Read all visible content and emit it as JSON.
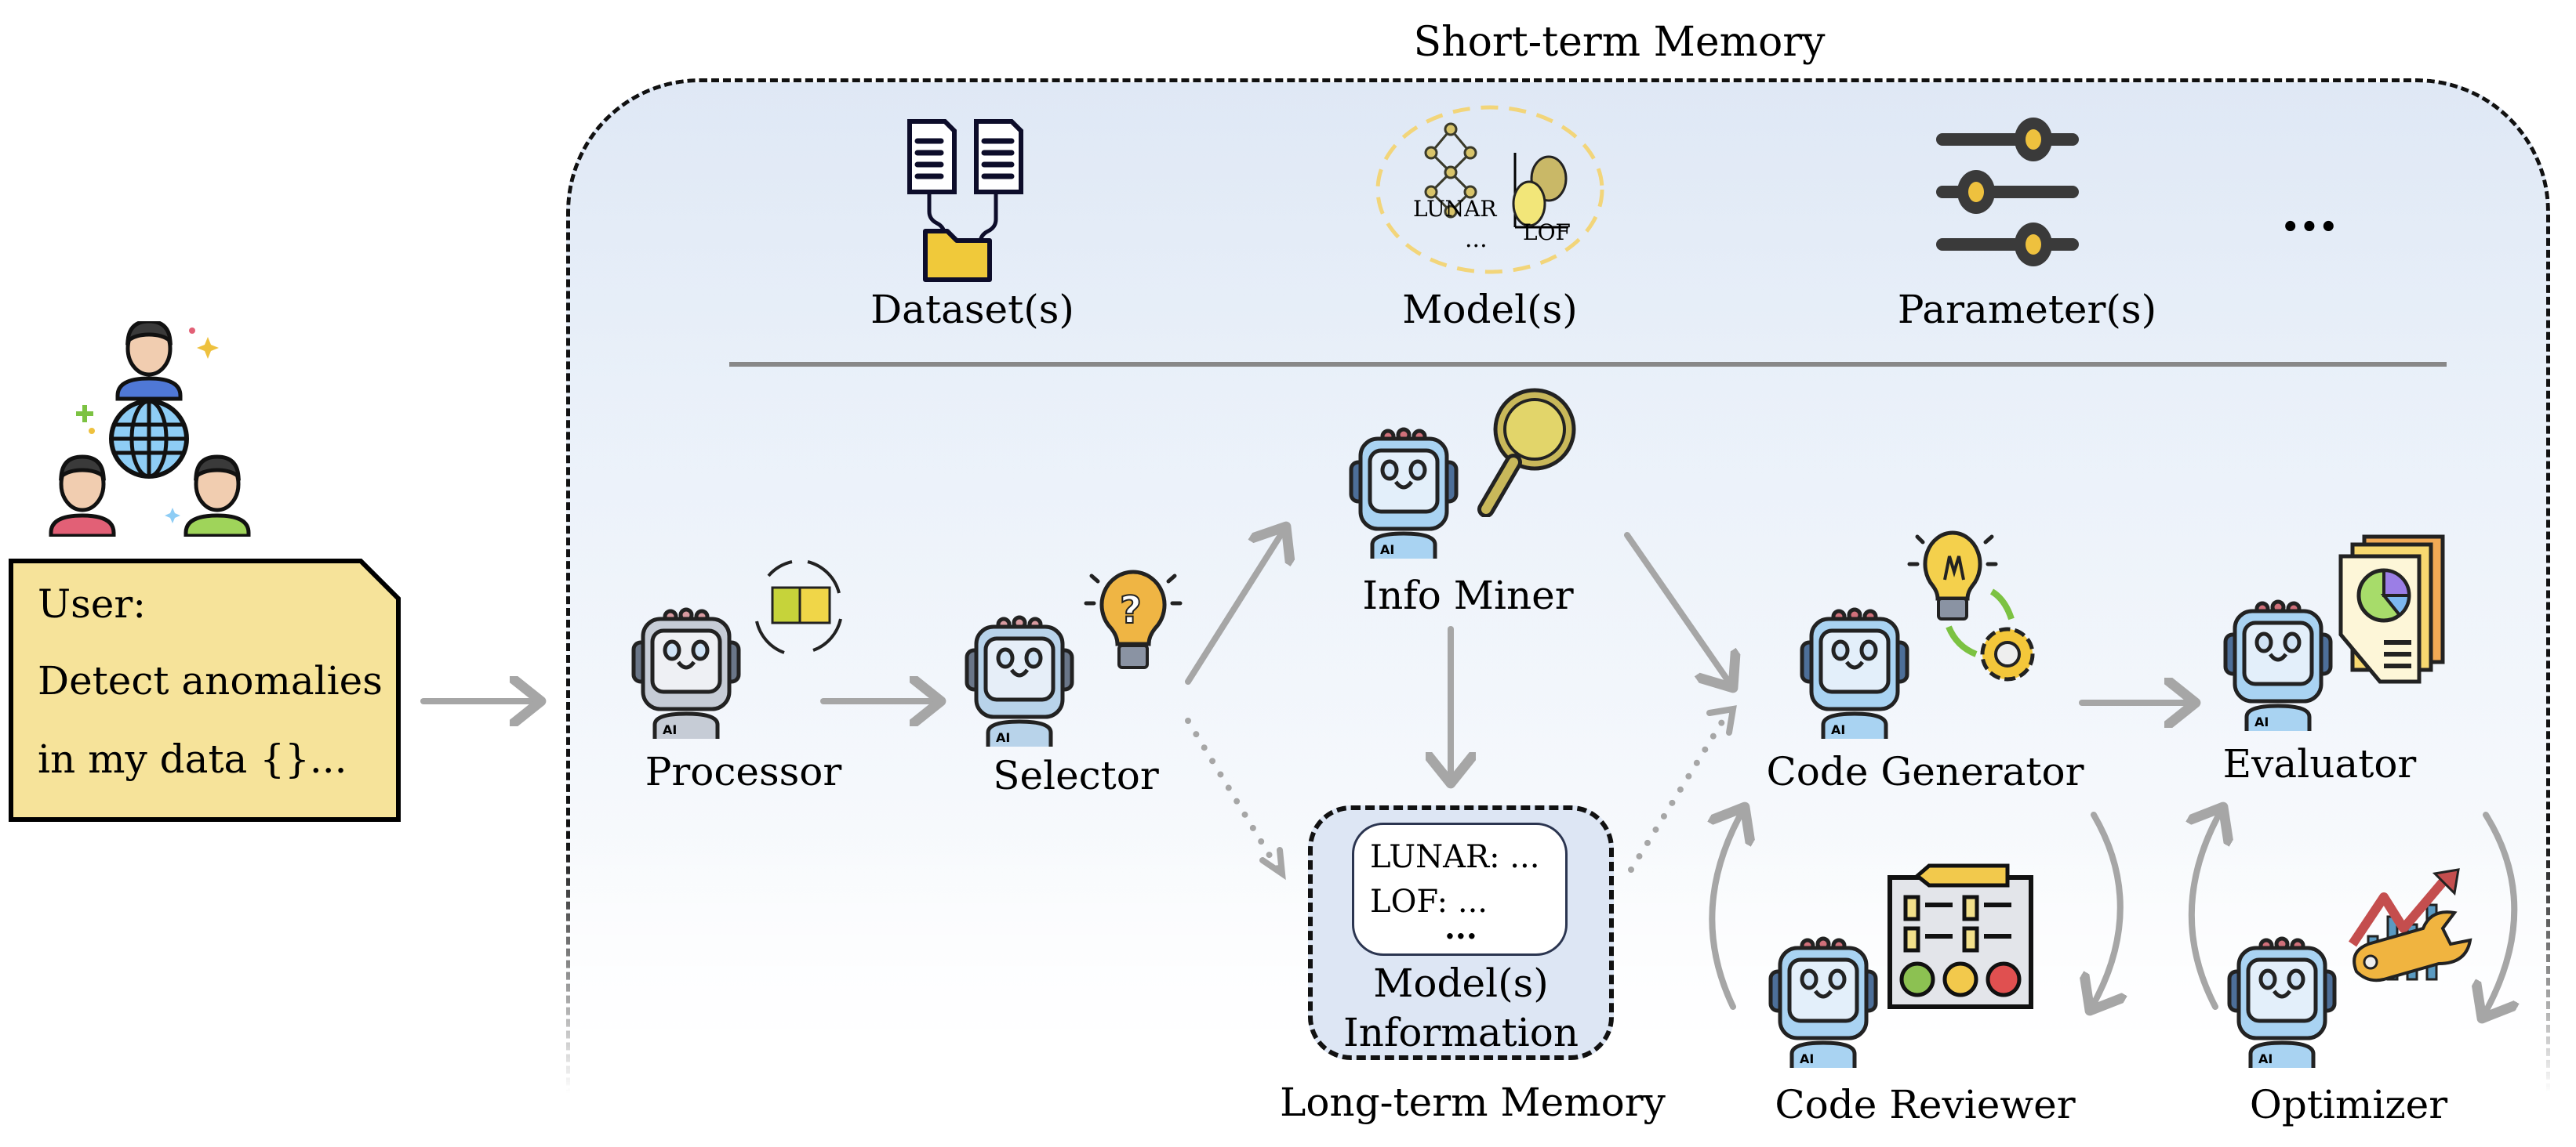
{
  "short_term_memory": {
    "title": "Short-term Memory",
    "items": [
      {
        "label": "Dataset(s)",
        "icon": "dataset-folder-icon"
      },
      {
        "label": "Model(s)",
        "icon": "models-icon",
        "icon_texts": [
          "LUNAR",
          "LOF",
          "..."
        ]
      },
      {
        "label": "Parameter(s)",
        "icon": "sliders-icon"
      },
      {
        "label": "...",
        "icon": "ellipsis"
      }
    ]
  },
  "user": {
    "icon": "users-globe-icon",
    "lines": [
      "User:",
      "Detect anomalies",
      "in my data {}..."
    ]
  },
  "agents": {
    "processor": {
      "label": "Processor",
      "tool_icon": "puzzle-cycle-icon"
    },
    "selector": {
      "label": "Selector",
      "tool_icon": "question-bulb-icon"
    },
    "info_miner": {
      "label": "Info Miner",
      "tool_icon": "magnifier-icon"
    },
    "code_generator": {
      "label": "Code Generator",
      "tool_icon": "bulb-gear-icon"
    },
    "evaluator": {
      "label": "Evaluator",
      "tool_icon": "report-chart-icon"
    },
    "code_reviewer": {
      "label": "Code Reviewer",
      "tool_icon": "checklist-icon"
    },
    "optimizer": {
      "label": "Optimizer",
      "tool_icon": "growth-wrench-icon"
    }
  },
  "long_term_memory": {
    "title": "Long-term Memory",
    "box_title_line1": "Model(s)",
    "box_title_line2": "Information",
    "entries": [
      "LUNAR: ...",
      "LOF: ...",
      "..."
    ]
  },
  "colors": {
    "arrow": "#a6a6a6",
    "note_fill": "#f6e39a",
    "memory_bg": "#e3ebf6",
    "robot_blue": "#a9d3f2",
    "robot_gray": "#c6ccd6",
    "accent_yellow": "#f0c93a"
  }
}
